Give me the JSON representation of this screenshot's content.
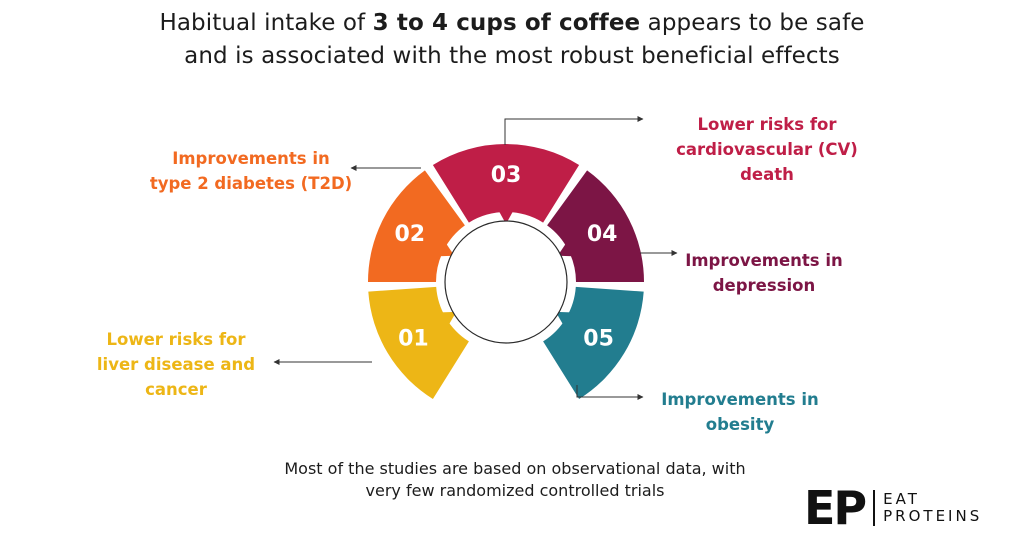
{
  "title": {
    "line1_pre": "Habitual intake of ",
    "line1_bold": "3 to 4 cups of coffee",
    "line1_post": " appears to be safe",
    "line2": "and is associated with the most robust beneficial effects"
  },
  "segments": [
    {
      "number": "01",
      "color": "#edb616",
      "label_lines": [
        "Lower risks for",
        "liver disease and",
        "cancer"
      ]
    },
    {
      "number": "02",
      "color": "#f26a21",
      "label_lines": [
        "Improvements in",
        "type 2 diabetes (T2D)"
      ]
    },
    {
      "number": "03",
      "color": "#bf1e47",
      "label_lines": [
        "Lower risks for",
        "cardiovascular (CV)",
        "death"
      ]
    },
    {
      "number": "04",
      "color": "#7c1545",
      "label_lines": [
        "Improvements in",
        "depression"
      ]
    },
    {
      "number": "05",
      "color": "#227d8f",
      "label_lines": [
        "Improvements in",
        "obesity"
      ]
    }
  ],
  "footnote": {
    "line1": "Most of the studies are based on observational data, with",
    "line2": "very few randomized controlled trials"
  },
  "logo": {
    "mark": "EP",
    "line1": "EAT",
    "line2": "PROTEINS"
  }
}
